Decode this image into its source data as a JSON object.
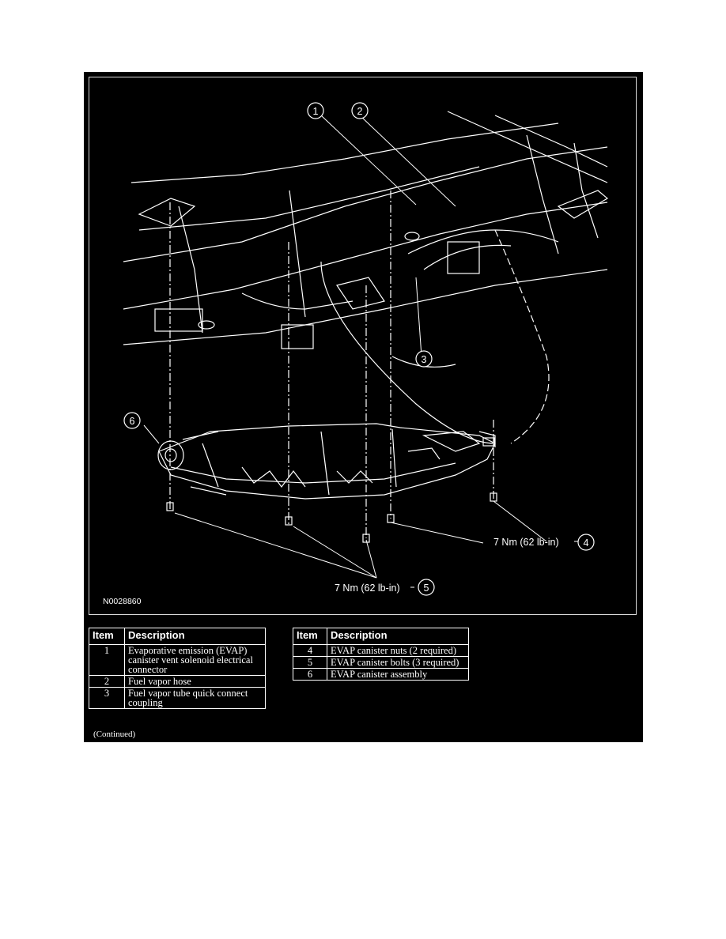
{
  "figure": {
    "code": "N0028860",
    "callouts": [
      "1",
      "2",
      "3",
      "4",
      "5",
      "6"
    ],
    "torque_4": "7 Nm (62 lb-in)",
    "torque_5": "7 Nm (62 lb-in)"
  },
  "legend_headers": {
    "item": "Item",
    "description": "Description"
  },
  "legend_left": [
    {
      "item": "1",
      "description": "Evaporative emission (EVAP) canister vent solenoid electrical connector"
    },
    {
      "item": "2",
      "description": "Fuel vapor hose"
    },
    {
      "item": "3",
      "description": "Fuel vapor tube quick connect coupling"
    }
  ],
  "legend_right": [
    {
      "item": "4",
      "description": "EVAP canister nuts (2 required)"
    },
    {
      "item": "5",
      "description": "EVAP canister bolts (3 required)"
    },
    {
      "item": "6",
      "description": "EVAP canister assembly"
    }
  ],
  "continued_note": "(Continued)"
}
